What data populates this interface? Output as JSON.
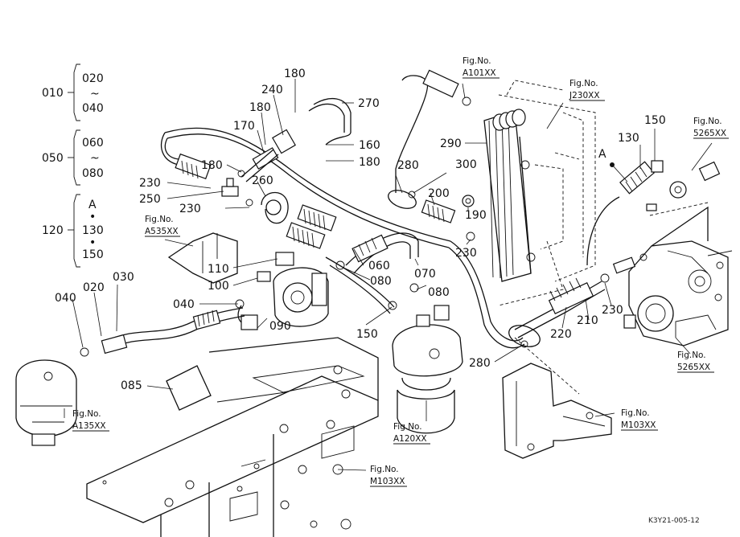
{
  "legend": {
    "groups": [
      {
        "key": "010",
        "items": [
          "020",
          "~",
          "040"
        ]
      },
      {
        "key": "050",
        "items": [
          "060",
          "~",
          "080"
        ]
      },
      {
        "key": "120",
        "items": [
          "A",
          "•",
          "130",
          "•",
          "150"
        ]
      }
    ]
  },
  "callouts": {
    "c180a": "180",
    "c240": "240",
    "c270": "270",
    "c180b": "180",
    "c170": "170",
    "c160": "160",
    "c180c": "180",
    "c180d": "180",
    "c230a": "230",
    "c260": "260",
    "c250": "250",
    "c230b": "230",
    "c280a": "280",
    "c300": "300",
    "c290": "290",
    "c200": "200",
    "c190": "190",
    "c130": "130",
    "c150a": "150",
    "cA": "A",
    "c230c": "230",
    "c110": "110",
    "c100": "100",
    "c060": "060",
    "c080a": "080",
    "c070": "070",
    "c080b": "080",
    "c040a": "040",
    "c090": "090",
    "c040b": "040",
    "c020": "020",
    "c030": "030",
    "c150b": "150",
    "c220": "220",
    "c210": "210",
    "c230d": "230",
    "c280b": "280",
    "c085": "085"
  },
  "refs": {
    "a101": {
      "fig": "Fig.No.",
      "code": "A101XX"
    },
    "j230": {
      "fig": "Fig.No.",
      "code": "J230XX"
    },
    "s5265a": {
      "fig": "Fig.No.",
      "code": "5265XX"
    },
    "a535": {
      "fig": "Fig.No.",
      "code": "A535XX"
    },
    "s5265b": {
      "fig": "Fig.No.",
      "code": "5265XX"
    },
    "a135": {
      "fig": "Fig.No.",
      "code": "A135XX"
    },
    "a120": {
      "fig": "Fig.No.",
      "code": "A120XX"
    },
    "m103a": {
      "fig": "Fig.No.",
      "code": "M103XX"
    },
    "m103b": {
      "fig": "Fig.No.",
      "code": "M103XX"
    }
  },
  "drawing_code": "K3Y21-005-12"
}
